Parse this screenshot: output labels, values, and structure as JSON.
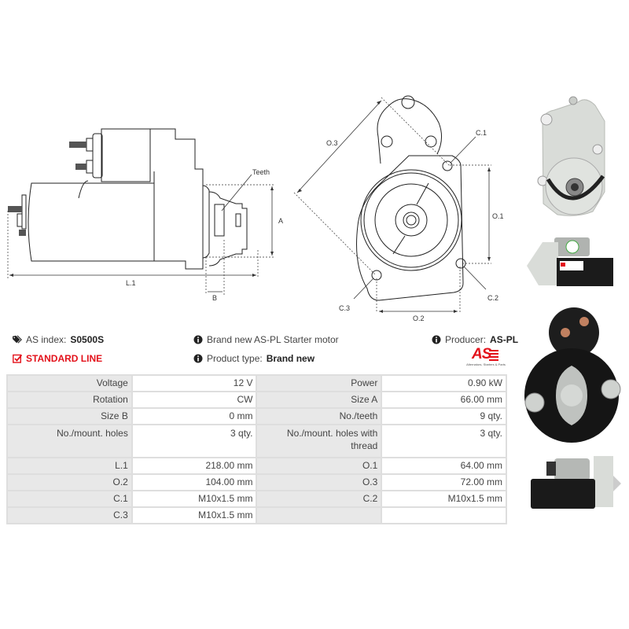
{
  "diagram": {
    "side_view": {
      "labels": {
        "teeth": "Teeth",
        "a": "A",
        "l1": "L.1",
        "b": "B"
      }
    },
    "front_view": {
      "labels": {
        "o3": "O.3",
        "c1": "C.1",
        "o1": "O.1",
        "c2": "C.2",
        "c3": "C.3",
        "o2": "O.2"
      }
    }
  },
  "photos": [
    {
      "name": "front-view-photo",
      "alt": "Starter motor front flange view"
    },
    {
      "name": "side-view-photo-1",
      "alt": "Starter motor side view with label"
    },
    {
      "name": "rear-view-photo",
      "alt": "Starter motor rear end view"
    },
    {
      "name": "side-view-photo-2",
      "alt": "Starter motor side view"
    }
  ],
  "info": {
    "as_index_label": "AS index:",
    "as_index_value": "S0500S",
    "line": "STANDARD LINE",
    "description": "Brand new AS-PL Starter motor",
    "product_type_label": "Product type:",
    "product_type_value": "Brand new",
    "producer_label": "Producer:",
    "producer_value": "AS-PL",
    "logo_text": "AS",
    "logo_tagline": "Alternators, Starters & Parts"
  },
  "colors": {
    "accent_red": "#e3121b",
    "label_bg": "#e8e8e8",
    "border": "#dedede"
  },
  "specs": [
    [
      {
        "label": "Voltage",
        "value": "12 V"
      },
      {
        "label": "Power",
        "value": "0.90 kW"
      }
    ],
    [
      {
        "label": "Rotation",
        "value": "CW"
      },
      {
        "label": "Size A",
        "value": "66.00 mm"
      }
    ],
    [
      {
        "label": "Size B",
        "value": "0 mm"
      },
      {
        "label": "No./teeth",
        "value": "9 qty."
      }
    ],
    [
      {
        "label": "No./mount. holes",
        "value": "3 qty."
      },
      {
        "label": "No./mount. holes with thread",
        "value": "3 qty."
      }
    ],
    [
      {
        "label": "L.1",
        "value": "218.00 mm"
      },
      {
        "label": "O.1",
        "value": "64.00 mm"
      }
    ],
    [
      {
        "label": "O.2",
        "value": "104.00 mm"
      },
      {
        "label": "O.3",
        "value": "72.00 mm"
      }
    ],
    [
      {
        "label": "C.1",
        "value": "M10x1.5 mm"
      },
      {
        "label": "C.2",
        "value": "M10x1.5 mm"
      }
    ],
    [
      {
        "label": "C.3",
        "value": "M10x1.5 mm"
      },
      {
        "label": "",
        "value": ""
      }
    ]
  ]
}
